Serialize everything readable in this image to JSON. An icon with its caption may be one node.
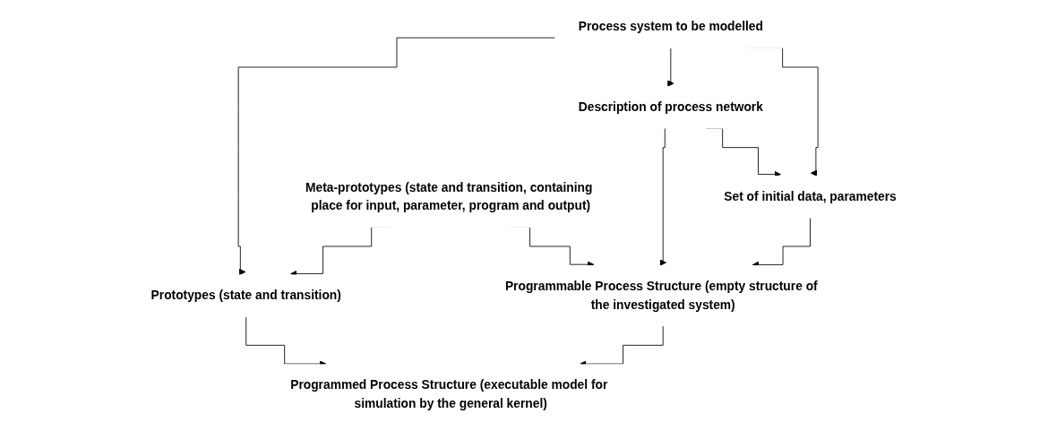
{
  "diagram": {
    "nodes": [
      {
        "text": [
          "Process system to be modelled"
        ]
      },
      {
        "text": [
          "Set of initial data, parameters"
        ]
      },
      {
        "text": [
          "Description of process network"
        ]
      },
      {
        "text": [
          "Meta-prototypes (state and transition, containing place for input, parameter, program and output)"
        ]
      },
      {
        "text": [
          "Programmable Process Structure (empty structure of the investigated system)"
        ]
      },
      {
        "text": [
          "Prototypes (state and transition)"
        ]
      },
      {
        "text": [
          "Programmed Process Structure (executable model for simulation by the general kernel)"
        ]
      }
    ],
    "edges": [
      {
        "from": 0,
        "to": 1,
        "arrow": "to"
      },
      {
        "from": 0,
        "to": 2,
        "arrow": "to"
      },
      {
        "from": 0,
        "to": 5,
        "arrow": "to"
      },
      {
        "from": 2,
        "to": 1,
        "arrow": "to"
      },
      {
        "from": 2,
        "to": 4,
        "arrow": "to"
      },
      {
        "from": 1,
        "to": 4,
        "arrow": "to"
      },
      {
        "from": 3,
        "to": 4,
        "arrow": "to"
      },
      {
        "from": 3,
        "to": 5,
        "arrow": "to"
      },
      {
        "from": 4,
        "to": 6,
        "arrow": "to"
      },
      {
        "from": 5,
        "to": 6,
        "arrow": "to"
      }
    ]
  }
}
